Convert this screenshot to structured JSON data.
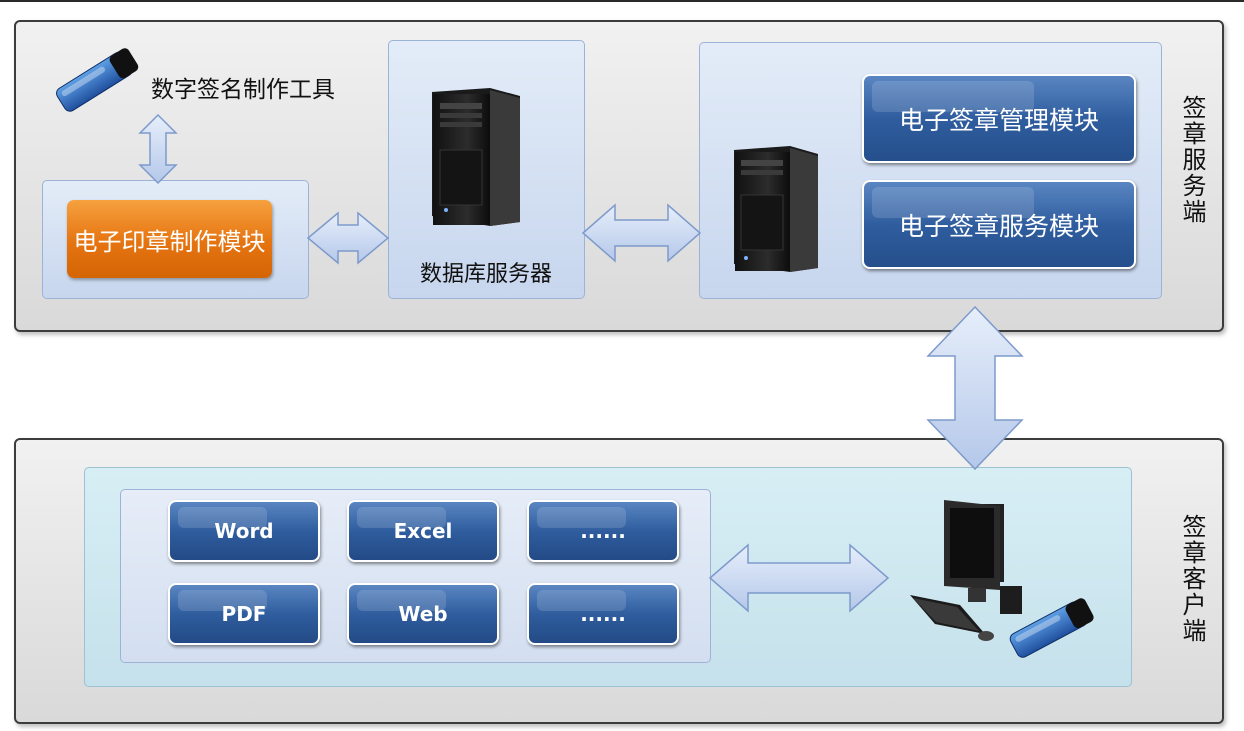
{
  "server": {
    "side_label": "签章服务端",
    "signature_tool_label": "数字签名制作工具",
    "seal_module": "电子印章制作模块",
    "db_server_label": "数据库服务器",
    "management_module": "电子签章管理模块",
    "service_module": "电子签章服务模块"
  },
  "client": {
    "side_label": "签章客户端",
    "formats": [
      "Word",
      "Excel",
      "......",
      "PDF",
      "Web",
      "......"
    ]
  },
  "colors": {
    "panel_border": "#3c3c3c",
    "box_fill": "#c7d6ee",
    "client_fill": "#cfe7ef",
    "module_blue": "#2f5d9e",
    "module_orange": "#e57410",
    "arrow_fill": "#c3d3ee",
    "arrow_stroke": "#7d9acb"
  }
}
